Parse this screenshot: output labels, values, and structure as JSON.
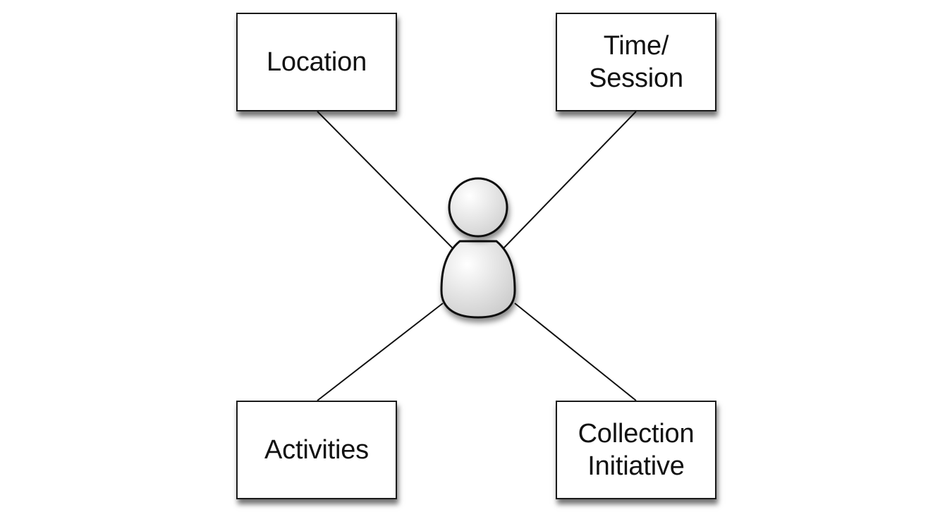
{
  "diagram": {
    "nodes": [
      {
        "id": "location",
        "label": "Location"
      },
      {
        "id": "time-session",
        "label": "Time/\nSession"
      },
      {
        "id": "activities",
        "label": "Activities"
      },
      {
        "id": "collection-initiative",
        "label": "Collection\nInitiative"
      }
    ],
    "center": {
      "icon": "person-icon"
    },
    "edges": [
      {
        "from": "person",
        "to": "location"
      },
      {
        "from": "person",
        "to": "time-session"
      },
      {
        "from": "person",
        "to": "activities"
      },
      {
        "from": "person",
        "to": "collection-initiative"
      }
    ],
    "colors": {
      "line": "#111111",
      "box_border": "#1a1a1a",
      "person_fill": "#e6e6e6"
    }
  }
}
